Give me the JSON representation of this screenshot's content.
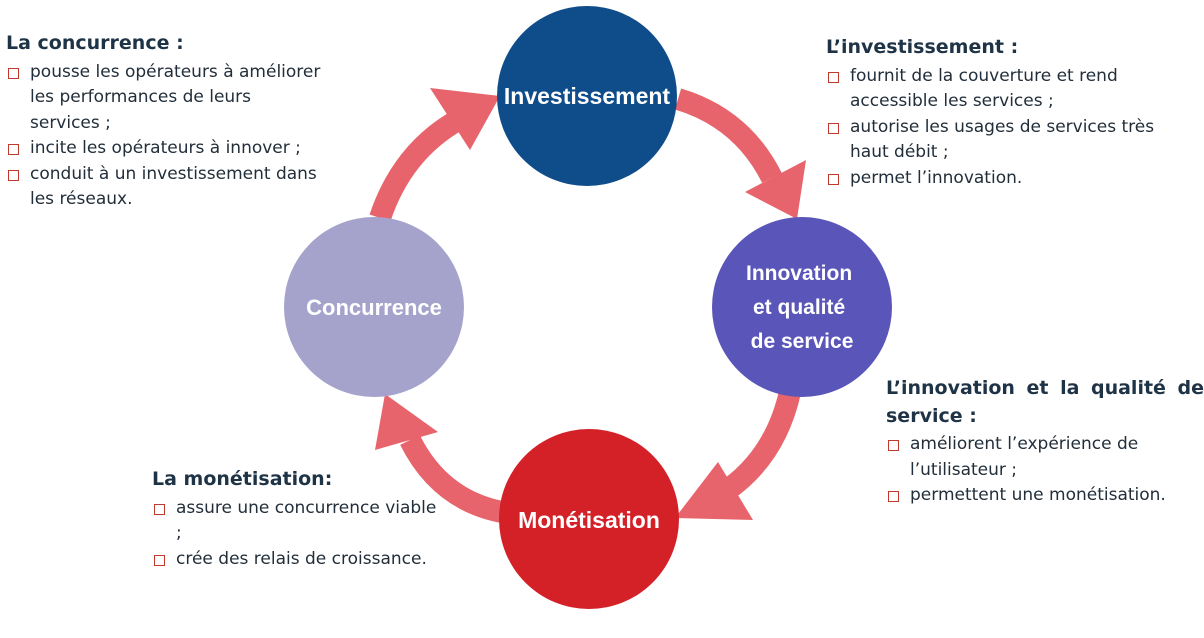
{
  "nodes": {
    "investissement": {
      "label": "Investissement",
      "color": "#0f4c8a"
    },
    "innovation": {
      "lines": [
        "Innovation",
        "et qualité",
        "de service"
      ],
      "color": "#5a55b8"
    },
    "monetisation": {
      "label": "Monétisation",
      "color": "#d42128"
    },
    "concurrence": {
      "label": "Concurrence",
      "color": "#a5a3cc"
    }
  },
  "arrow_color": "#e8646c",
  "panels": {
    "concurrence": {
      "title": "La concurrence :",
      "items": [
        "pousse les opérateurs à améliorer les performances de leurs services ;",
        "incite les opérateurs à innover ;",
        "conduit à un investissement dans les réseaux."
      ]
    },
    "investissement": {
      "title": "L’investissement :",
      "items": [
        "fournit de la couverture et rend accessible les services ;",
        "autorise les usages de services très haut débit ;",
        "permet l’innovation."
      ]
    },
    "innovation": {
      "title": "L’innovation et la qualité de service :",
      "items": [
        "améliorent l’expérience de l’utilisateur ;",
        "permettent une monétisation."
      ]
    },
    "monetisation": {
      "title": "La monétisation:",
      "items": [
        "assure une concurrence viable ;",
        "crée des relais de croissance."
      ]
    }
  }
}
